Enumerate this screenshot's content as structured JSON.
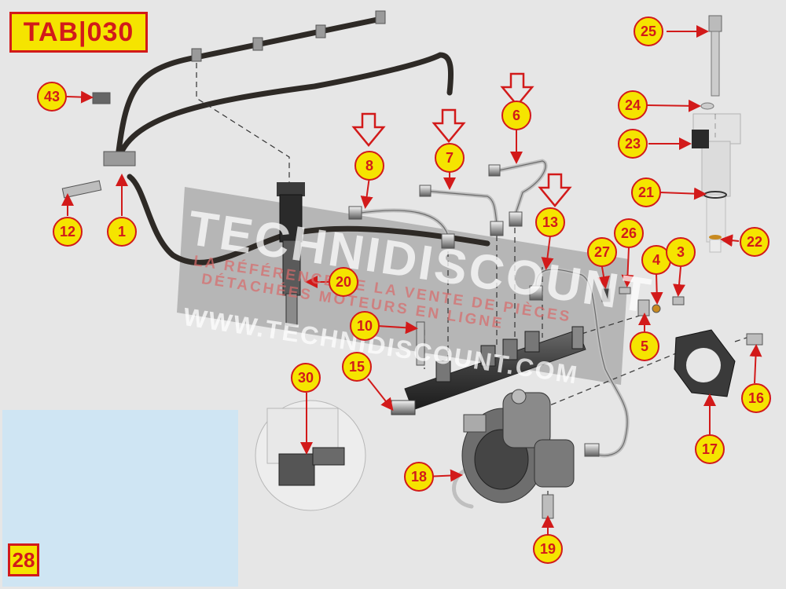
{
  "tab_label": "TAB|030",
  "inset_label": "28",
  "watermark": {
    "brand": "TECHNIDISCOUNT",
    "tagline_1": "LA RÉFÉRENCE DE LA VENTE DE PIÈCES",
    "tagline_2": "DÉTACHÉES MOTEURS EN LIGNE",
    "url": "WWW.TECHNIDISCOUNT.COM"
  },
  "colors": {
    "callout_fill": "#f5e400",
    "callout_text": "#d21a1a",
    "arrow": "#d21a1a"
  },
  "callouts": [
    "1",
    "3",
    "4",
    "5",
    "6",
    "7",
    "8",
    "10",
    "12",
    "13",
    "15",
    "16",
    "17",
    "18",
    "19",
    "20",
    "21",
    "22",
    "23",
    "24",
    "25",
    "26",
    "27",
    "30",
    "43"
  ]
}
